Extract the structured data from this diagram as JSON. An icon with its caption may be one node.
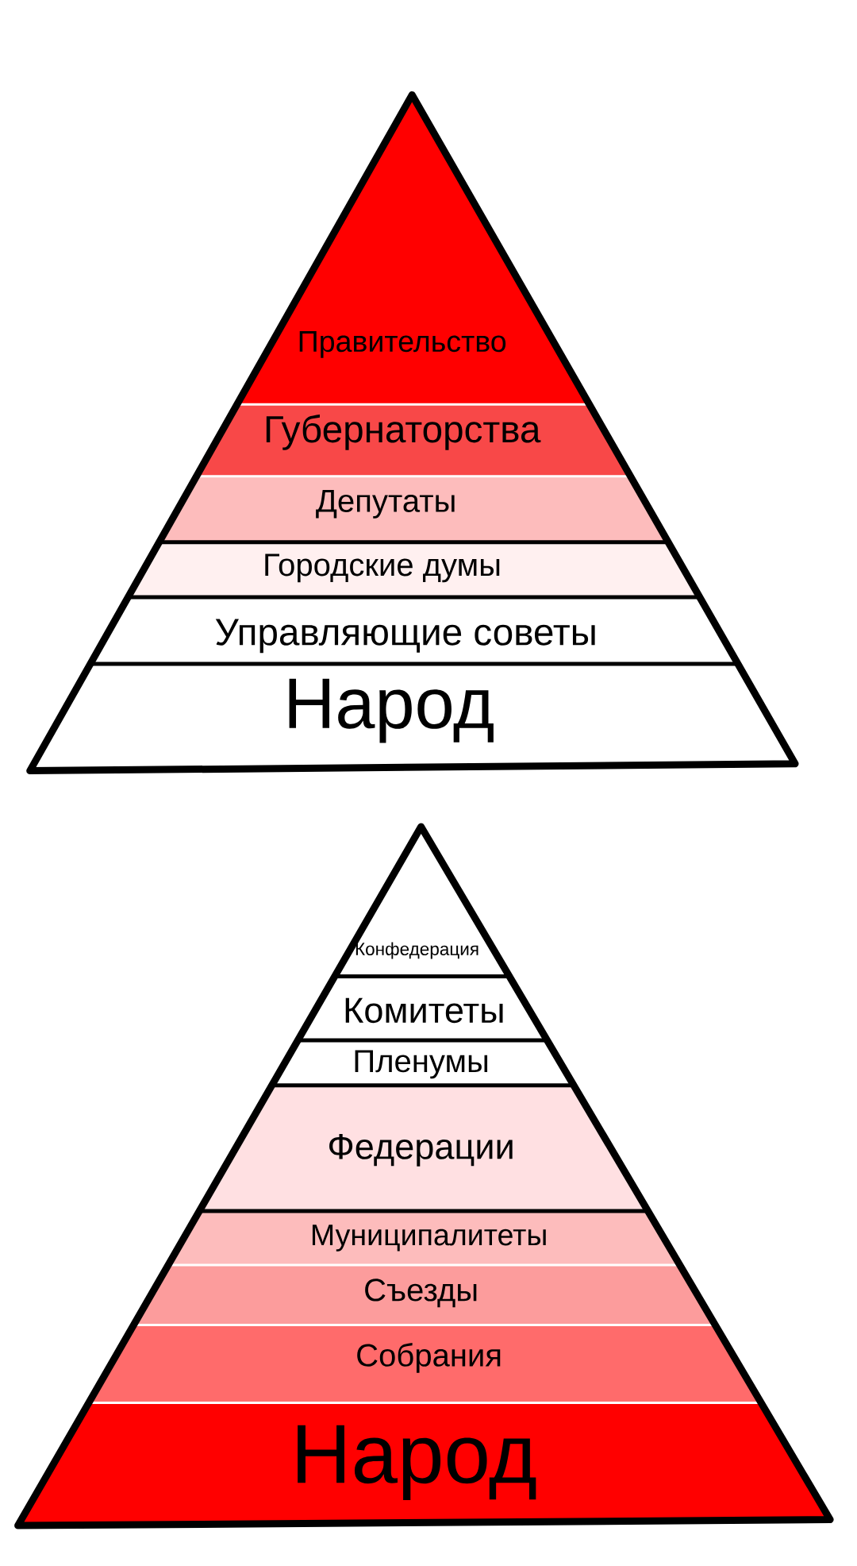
{
  "diagram": {
    "nodes": [
      {
        "text": [
          "Правительство"
        ]
      },
      {
        "text": [
          "Губернаторства"
        ]
      },
      {
        "text": [
          "Депутаты"
        ]
      },
      {
        "text": [
          "Городские думы"
        ]
      },
      {
        "text": [
          "Управляющие советы"
        ]
      },
      {
        "text": [
          "Народ"
        ]
      },
      {
        "text": [
          "Конфедерация"
        ]
      },
      {
        "text": [
          "Комитеты"
        ]
      },
      {
        "text": [
          "Пленумы"
        ]
      },
      {
        "text": [
          "Федерации"
        ]
      },
      {
        "text": [
          "Муниципалитеты"
        ]
      },
      {
        "text": [
          "Съезды"
        ]
      },
      {
        "text": [
          "Собрания"
        ]
      },
      {
        "text": [
          "Народ"
        ]
      }
    ]
  }
}
